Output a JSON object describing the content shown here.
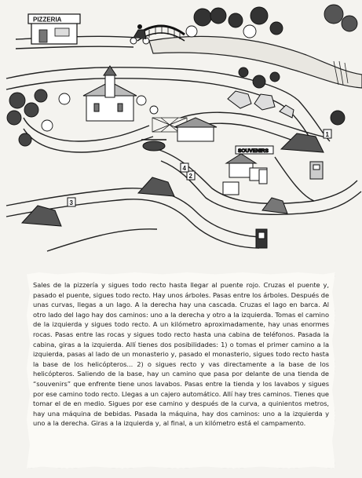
{
  "map": {
    "pizzeria_sign": "PIZZERIA",
    "souvenirs_sign": "SOUVENIRS",
    "markers": [
      "1",
      "2",
      "3",
      "4"
    ]
  },
  "story": {
    "text": "Sales de la pizzería y sigues todo recto hasta llegar al puente rojo. Cruzas el puente y, pasado el puente, sigues todo recto. Hay unos árboles. Pasas entre los árboles. Después de unas curvas, llegas a un lago. A la derecha hay una cascada. Cruzas el lago en barca. Al otro lado del lago hay dos caminos: uno a la derecha y otro a la izquierda. Tomas el camino de la izquierda y sigues todo recto. A un kilómetro aproximadamente, hay unas enormes rocas. Pasas entre las rocas y sigues todo recto hasta una cabina de teléfonos. Pasada la cabina, giras a la izquierda. Allí tienes dos posibilidades: 1) o tomas el primer camino a la izquierda, pasas al lado de un monasterio y, pasado el monasterio, sigues todo recto hasta la base de los helicópteros... 2) o sigues recto y vas directamente a la base de los helicópteros. Saliendo de la base, hay un camino que pasa por delante de una tienda de “souvenirs” que enfrente tiene unos lavabos. Pasas entre la tienda y los lavabos y sigues por ese camino todo recto. Llegas a un cajero automático. Allí hay tres caminos. Tienes que tomar el de en medio. Sigues por ese camino y después de la curva, a quinientos metros, hay una máquina de bebidas. Pasada la máquina, hay dos caminos: uno a la izquierda y uno a la derecha. Giras a la izquierda y, al final, a un kilómetro está el campamento."
  }
}
